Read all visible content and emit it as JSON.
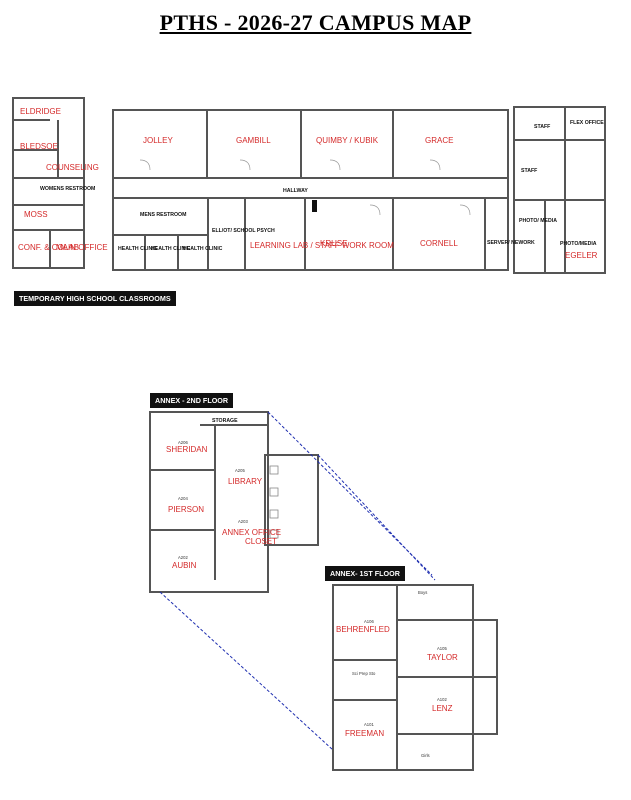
{
  "title": "PTHS - 2026-27 CAMPUS MAP",
  "temp_building": {
    "caption": "TEMPORARY HIGH SCHOOL CLASSROOMS",
    "rooms": {
      "eldridge": "ELDRIDGE",
      "bledsoe": "BLEDSOE",
      "counseling": "COUNSELING",
      "womens_restroom": "WOMENS RESTROOM",
      "moss": "MOSS",
      "conf_colab": "CONF. & COLAB",
      "main_office": "MAIN OFFICE",
      "jolley": "JOLLEY",
      "gambill": "GAMBILL",
      "quimby_kubik": "QUIMBY / KUBIK",
      "grace": "GRACE",
      "hallway": "HALLWAY",
      "mens_restroom": "MENS RESTROOM",
      "health_clinic": "HEALTH CLINIC",
      "ell_psych": "ELL/OT/ SCHOOL PSYCH",
      "learning_lab": "LEARNING LAB / STAFF WORK ROOM",
      "kruse": "KRUSE",
      "cornell": "CORNELL",
      "server": "SERVER/ NEWORK",
      "staff": "STAFF",
      "flex_office": "FLEX OFFICE",
      "photo_media_small": "PHOTO/ MEDIA",
      "photo_media": "PHOTO/MEDIA",
      "egeler": "EGELER"
    }
  },
  "annex2": {
    "caption": "ANNEX - 2ND FLOOR",
    "storage": "STORAGE",
    "rooms": [
      {
        "num": "A206",
        "name": "SHERIDAN"
      },
      {
        "num": "A204",
        "name": "PIERSON"
      },
      {
        "num": "A202",
        "name": "AUBIN"
      },
      {
        "num": "A205",
        "name": "LIBRARY"
      },
      {
        "num": "A203",
        "name": "ANNEX OFFICE"
      }
    ],
    "closet": "CLOSET"
  },
  "annex1": {
    "caption": "ANNEX- 1ST FLOOR",
    "boys": "Boys",
    "girls": "Girls",
    "sci_prep": "Sci Prep Sto",
    "rooms": [
      {
        "num": "A106",
        "name": "BEHRENFLED"
      },
      {
        "num": "A101",
        "name": "FREEMAN"
      },
      {
        "num": "A105",
        "name": "TAYLOR"
      },
      {
        "num": "A102",
        "name": "LENZ"
      }
    ]
  },
  "colors": {
    "room_label": "#d42a2a",
    "wall": "#555555",
    "connector": "#1f2fb0"
  }
}
